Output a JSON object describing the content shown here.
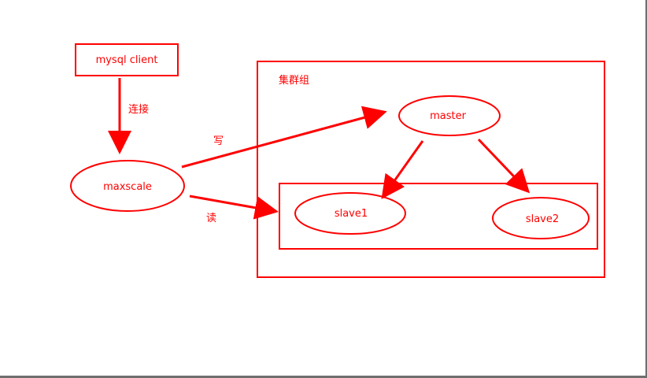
{
  "diagram": {
    "accent_color": "#ff0000",
    "client": {
      "label": "mysql client"
    },
    "proxy": {
      "label": "maxscale"
    },
    "cluster": {
      "label": "集群组"
    },
    "master": {
      "label": "master"
    },
    "slave1": {
      "label": "slave1"
    },
    "slave2": {
      "label": "slave2"
    },
    "edges": {
      "connect": "连接",
      "write": "写",
      "read": "读"
    }
  }
}
